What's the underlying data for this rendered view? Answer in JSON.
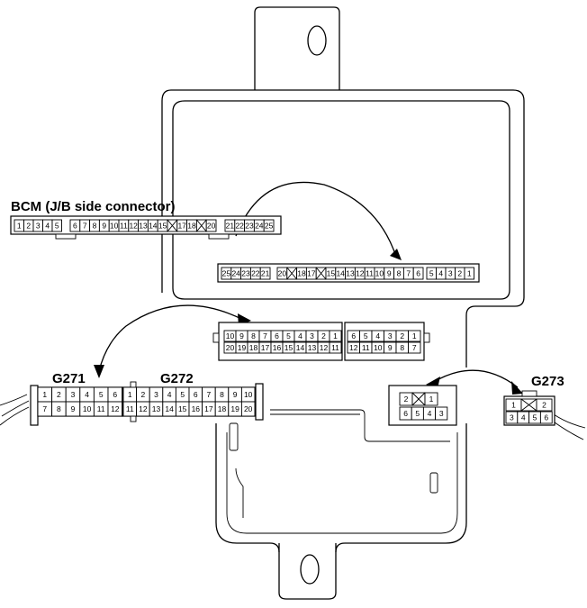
{
  "labels": {
    "bcm": "BCM (J/B side connector)",
    "g271": "G271",
    "g272": "G272",
    "g273": "G273"
  },
  "bcm_connector": {
    "groups": [
      [
        "1",
        "2",
        "3",
        "4",
        "5"
      ],
      [
        "6",
        "7",
        "8",
        "9",
        "10",
        "11",
        "12",
        "13",
        "14",
        "15",
        "X",
        "17",
        "18",
        "X",
        "20"
      ],
      [
        "21",
        "22",
        "23",
        "24",
        "25"
      ]
    ]
  },
  "jb_connector": {
    "groups": [
      [
        "25",
        "24",
        "23",
        "22",
        "21"
      ],
      [
        "20",
        "X",
        "18",
        "17",
        "X",
        "15",
        "14",
        "13",
        "12",
        "11",
        "10",
        "9",
        "8",
        "7",
        "6"
      ],
      [
        "5",
        "4",
        "3",
        "2",
        "1"
      ]
    ]
  },
  "center_connector": {
    "left_top": [
      "10",
      "9",
      "8",
      "7",
      "6",
      "5",
      "4",
      "3",
      "2",
      "1"
    ],
    "left_bottom": [
      "20",
      "19",
      "18",
      "17",
      "16",
      "15",
      "14",
      "13",
      "12",
      "11"
    ],
    "right_top": [
      "6",
      "5",
      "4",
      "3",
      "2",
      "1"
    ],
    "right_bottom": [
      "12",
      "11",
      "10",
      "9",
      "8",
      "7"
    ]
  },
  "g271": {
    "top": [
      "1",
      "2",
      "3",
      "4",
      "5",
      "6"
    ],
    "bottom": [
      "7",
      "8",
      "9",
      "10",
      "11",
      "12"
    ]
  },
  "g272": {
    "top": [
      "1",
      "2",
      "3",
      "4",
      "5",
      "6",
      "7",
      "8",
      "9",
      "10"
    ],
    "bottom": [
      "11",
      "12",
      "13",
      "14",
      "15",
      "16",
      "17",
      "18",
      "19",
      "20"
    ]
  },
  "jb_small_connector": {
    "top": [
      "2",
      "X",
      "1"
    ],
    "bottom": [
      "6",
      "5",
      "4",
      "3"
    ]
  },
  "g273": {
    "top": [
      "1",
      "X",
      "2"
    ],
    "bottom": [
      "3",
      "4",
      "5",
      "6"
    ]
  }
}
